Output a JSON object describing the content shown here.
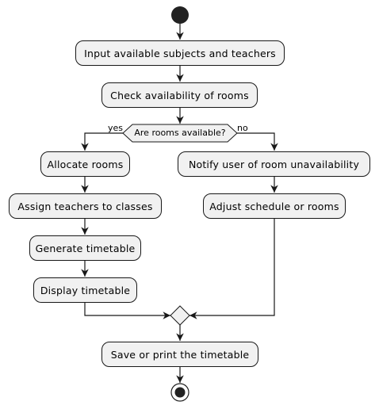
{
  "diagram": {
    "steps": {
      "input": "Input available subjects and teachers",
      "check": "Check availability of rooms",
      "allocate": "Allocate rooms",
      "assign": "Assign teachers to classes",
      "generate": "Generate timetable",
      "display": "Display timetable",
      "notify": "Notify user of room unavailability",
      "adjust": "Adjust schedule or rooms",
      "save": "Save or print the timetable"
    },
    "decision": {
      "question": "Are rooms available?",
      "yes_label": "yes",
      "no_label": "no"
    }
  }
}
